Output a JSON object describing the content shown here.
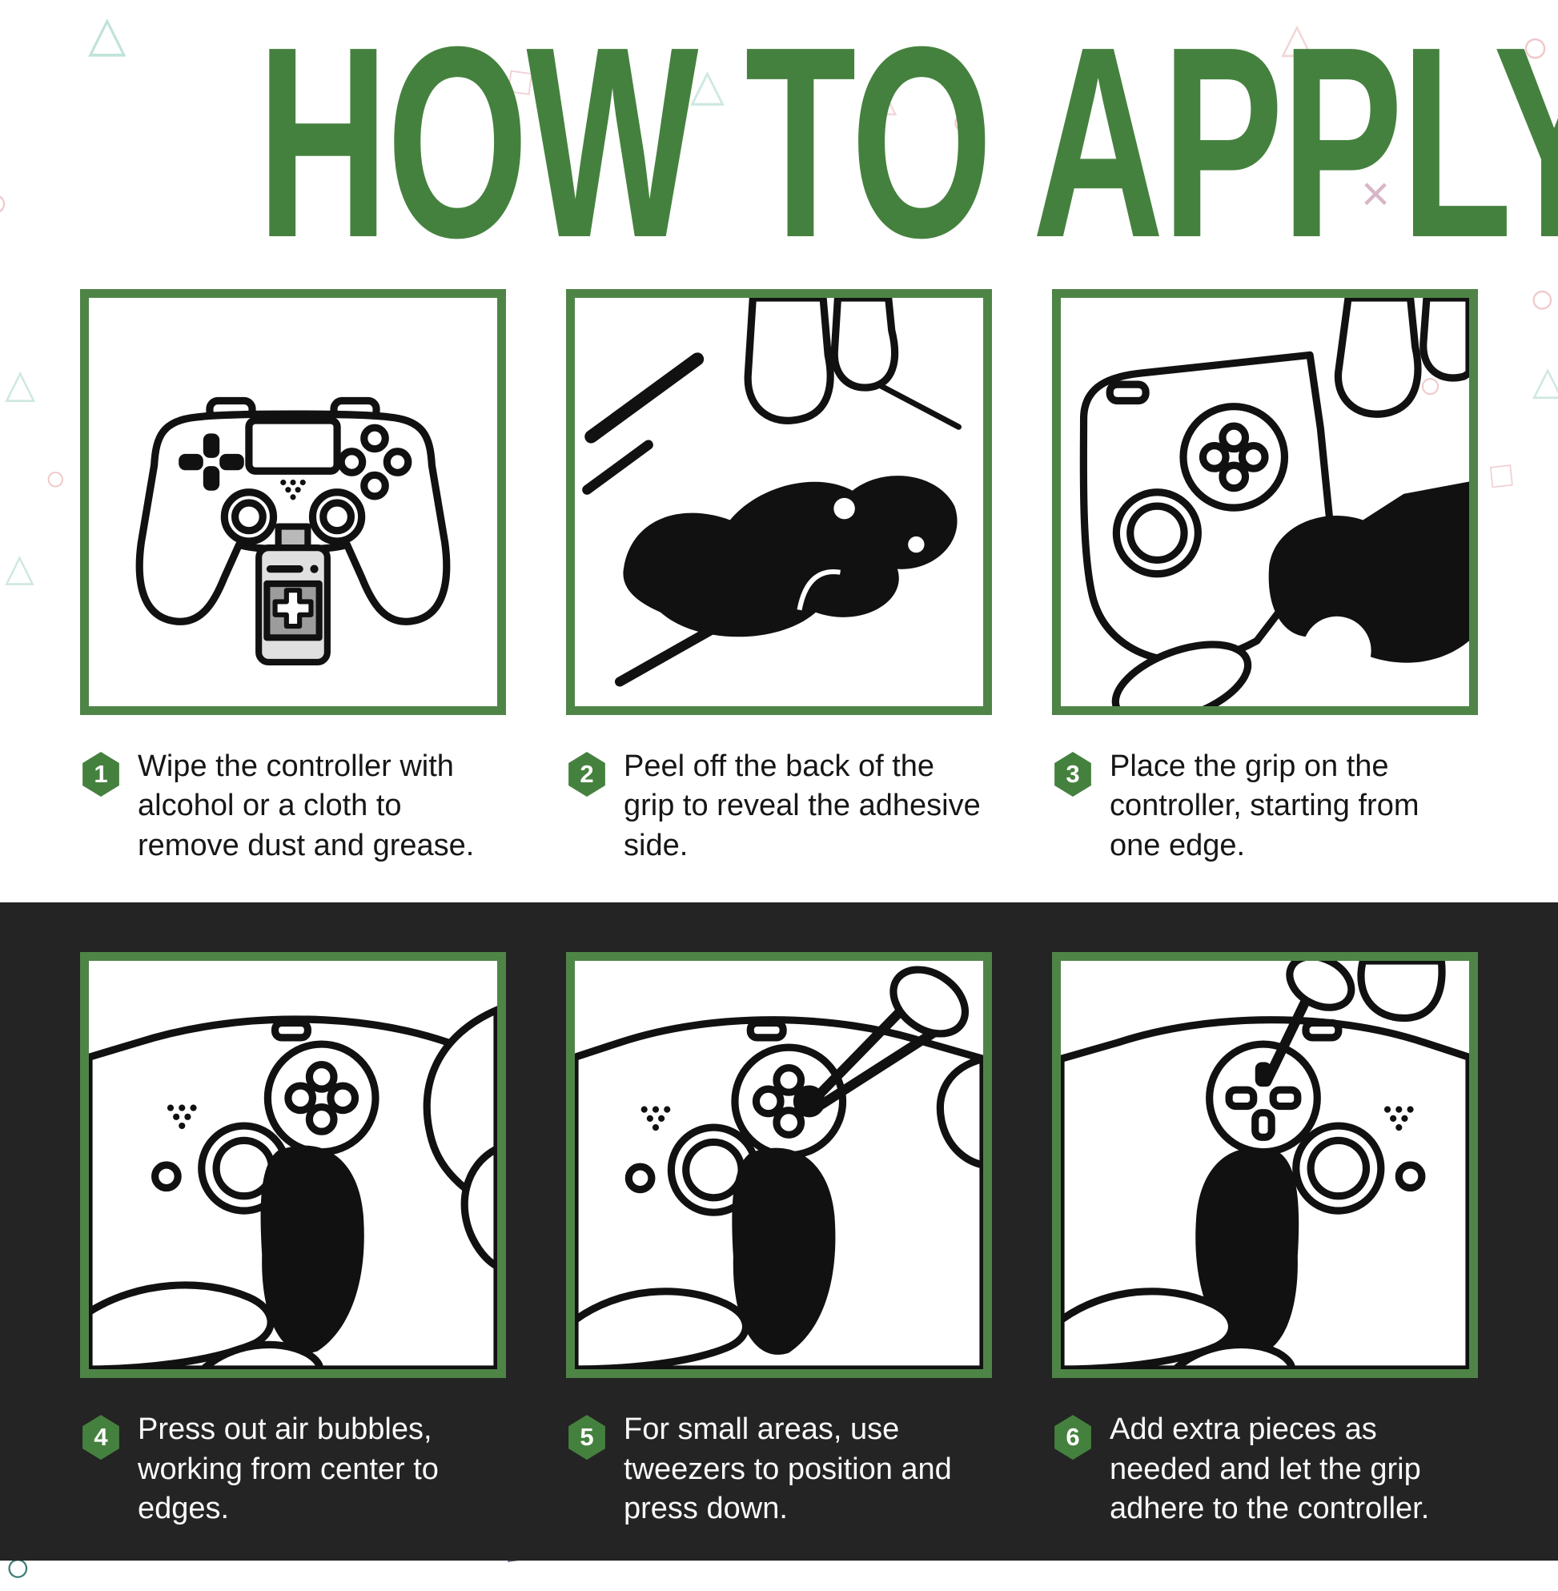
{
  "title": "HOW TO APPLY",
  "colors": {
    "green": "#45813e",
    "dark_background": "#242424",
    "line_art": "#111111"
  },
  "icons": {
    "triangle_up": "△",
    "triangle_down": "▽",
    "circle": "○",
    "square": "□",
    "cross": "×"
  },
  "steps": [
    {
      "num": "1",
      "text": "Wipe the controller with alcohol or a cloth to remove dust and grease.",
      "illustration": "controller-with-alcohol-bottle"
    },
    {
      "num": "2",
      "text": "Peel off the back of the grip to reveal the adhesive side.",
      "illustration": "hand-peeling-grip-backing"
    },
    {
      "num": "3",
      "text": "Place the grip on the controller, starting from one edge.",
      "illustration": "hand-placing-grip-on-controller"
    },
    {
      "num": "4",
      "text": "Press out air bubbles, working from center to edges.",
      "illustration": "fingers-pressing-grip"
    },
    {
      "num": "5",
      "text": "For small areas, use tweezers to position and press down.",
      "illustration": "tweezers-positioning-small-piece"
    },
    {
      "num": "6",
      "text": "Add extra pieces as needed and let the grip adhere to the controller.",
      "illustration": "adding-extra-grip-pieces"
    }
  ]
}
